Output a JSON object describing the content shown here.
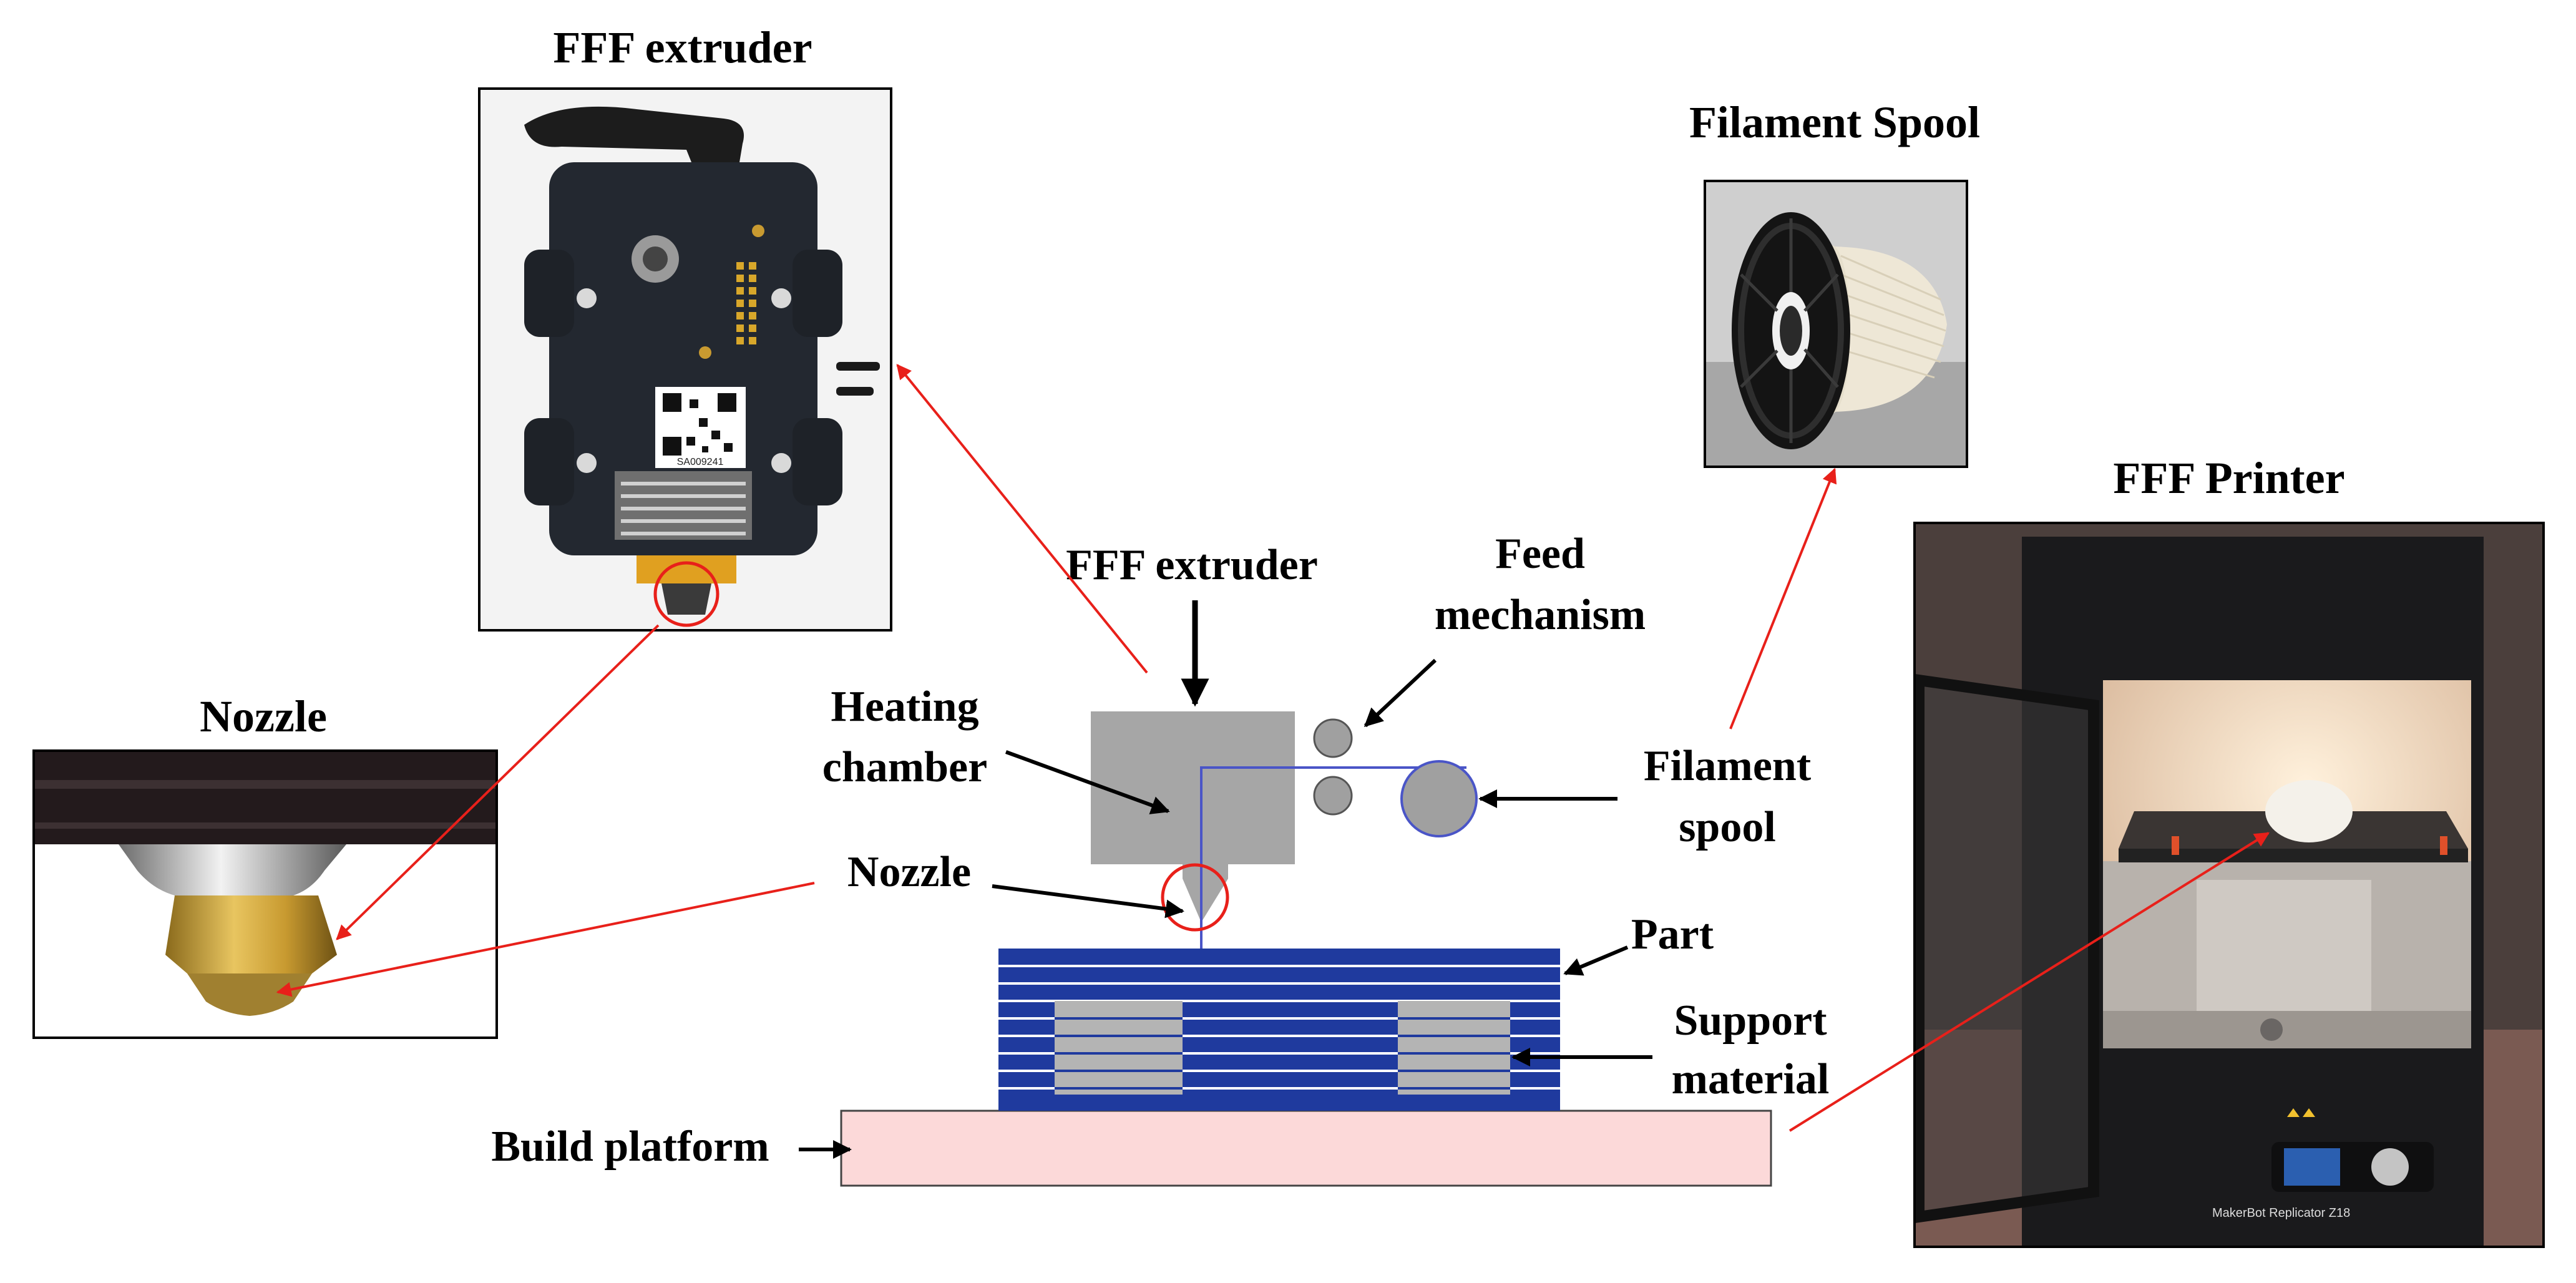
{
  "labels": {
    "fff_extruder_photo_title": "FFF extruder",
    "filament_spool_photo_title": "Filament Spool",
    "fff_printer_photo_title": "FFF Printer",
    "nozzle_photo_title": "Nozzle",
    "fff_extruder": "FFF extruder",
    "feed_mechanism_line1": "Feed",
    "feed_mechanism_line2": "mechanism",
    "heating_chamber_line1": "Heating",
    "heating_chamber_line2": "chamber",
    "filament_spool_line1": "Filament",
    "filament_spool_line2": "spool",
    "nozzle": "Nozzle",
    "part": "Part",
    "support_material_line1": "Support",
    "support_material_line2": "material",
    "build_platform": "Build platform"
  },
  "photo_text": {
    "qr_serial": "SA009241",
    "printer_brand": "MakerBot Replicator Z18"
  },
  "colors": {
    "callout_arrow": "#e8201a",
    "part_layers": "#1f3a9e",
    "support_material": "#b4b4b4",
    "build_platform": "#fcd9d9",
    "heating_chamber": "#a6a6a6",
    "filament_path": "#4a55c7"
  }
}
